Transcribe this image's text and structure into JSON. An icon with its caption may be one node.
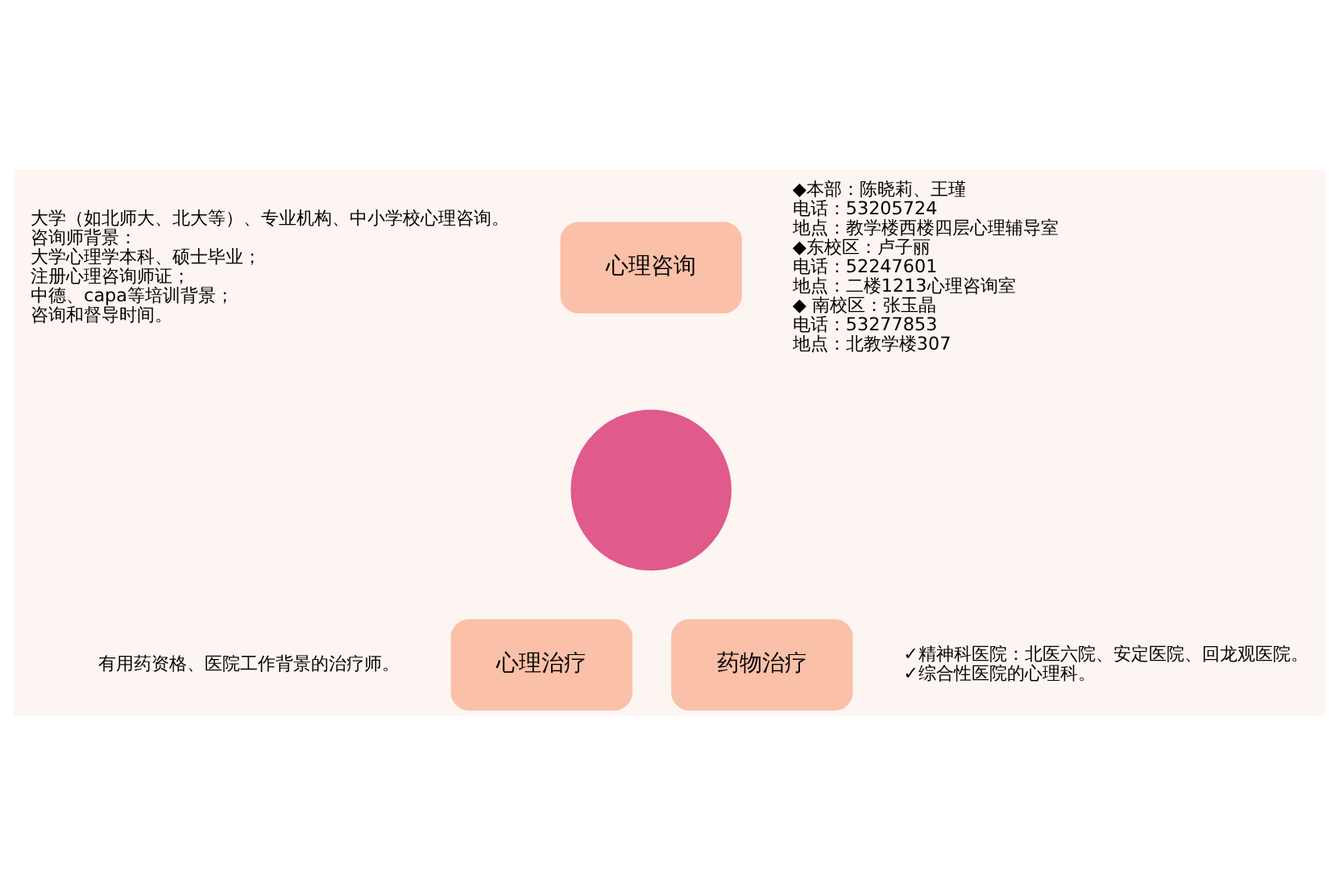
{
  "diagram": {
    "nodes": [
      {
        "text": [],
        "shape": "circle"
      },
      {
        "text": [
          "心理咨询"
        ],
        "beside": [
          "大学（如北师大、北大等）、专业机构、中小学校心理咨询。",
          "咨询师背景：",
          "大学心理学本科、硕士毕业；",
          "注册心理咨询师证；",
          "中德、capa等培训背景；",
          "咨询和督导时间。"
        ]
      },
      {
        "text": [
          "心理治疗"
        ],
        "beside": [
          "有用药资格、医院工作背景的治疗师。"
        ]
      },
      {
        "text": [
          "药物治疗"
        ],
        "beside": [
          "✓精神科医院：北医六院、安定医院、回龙观医院。",
          "✓综合性医院的心理科。"
        ]
      }
    ],
    "labels": [
      "◆本部：陈晓莉、王瑾",
      "电话：53205724",
      "地点：教学楼西楼四层心理辅导室",
      "◆东校区：卢子丽",
      "电话：52247601",
      "地点：二楼1213心理咨询室",
      "◆ 南校区：张玉晶",
      "电话：53277853",
      "地点：北教学楼307"
    ]
  }
}
